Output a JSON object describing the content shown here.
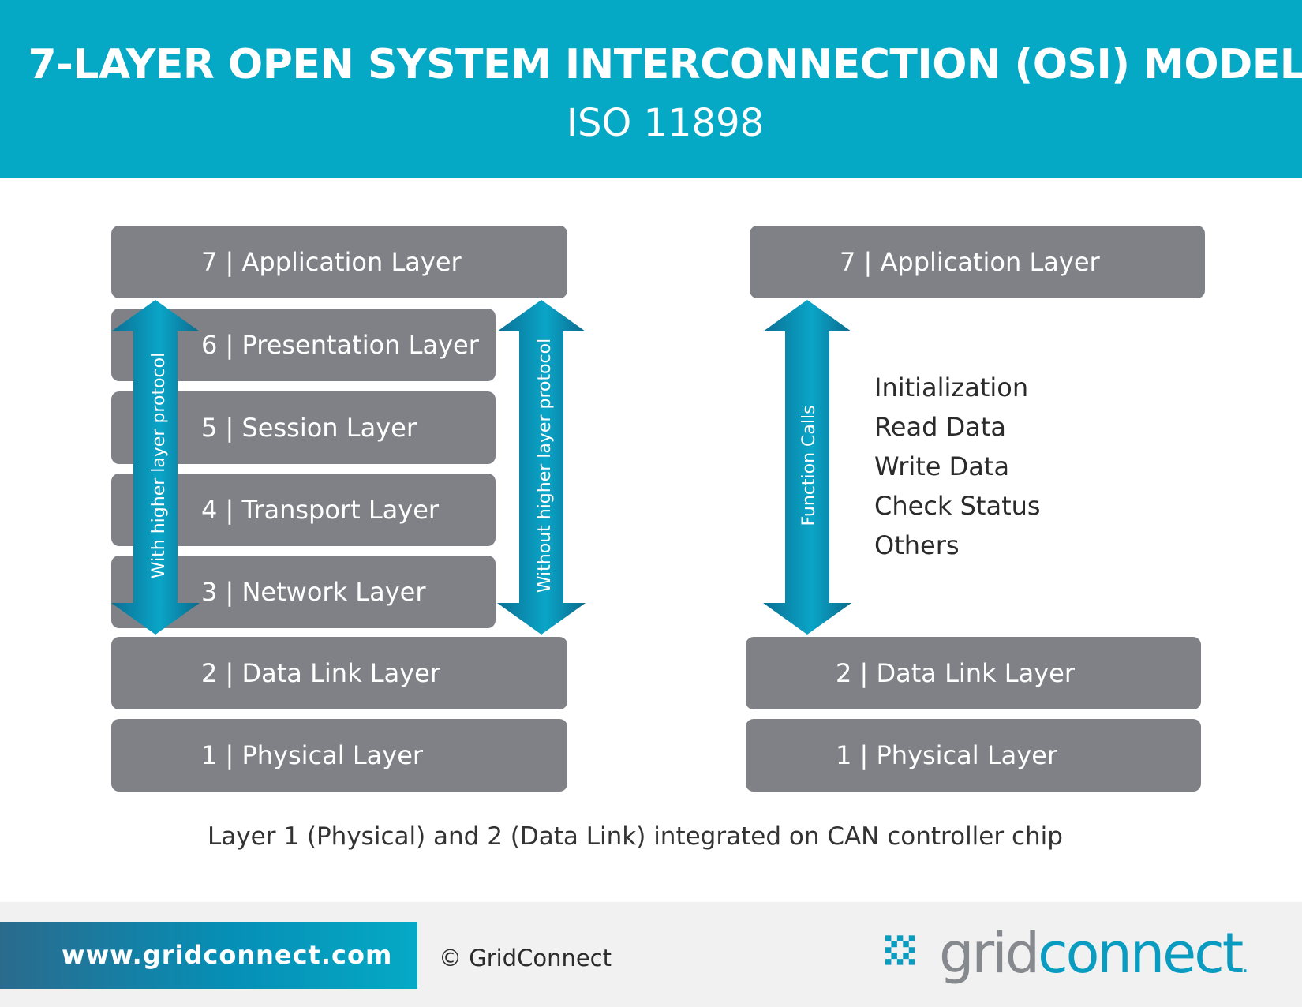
{
  "header": {
    "title": "7-LAYER OPEN SYSTEM INTERCONNECTION (OSI) MODEL",
    "subtitle": "ISO 11898"
  },
  "left_stack": [
    {
      "label": "7 |  Application Layer"
    },
    {
      "label": "6 |  Presentation Layer"
    },
    {
      "label": "5 |  Session Layer"
    },
    {
      "label": "4 |  Transport Layer"
    },
    {
      "label": "3 |  Network Layer"
    },
    {
      "label": "2 |  Data Link Layer"
    },
    {
      "label": "1 |  Physical Layer"
    }
  ],
  "right_stack": [
    {
      "label": "7 |  Application Layer"
    },
    {
      "label": "2 |  Data Link Layer"
    },
    {
      "label": "1 |  Physical Layer"
    }
  ],
  "arrows": {
    "with_higher": "With higher layer protocol",
    "without_higher": "Without higher layer protocol",
    "function_calls": "Function Calls"
  },
  "function_list": [
    "Initialization",
    "Read Data",
    "Write Data",
    "Check Status",
    "Others"
  ],
  "footnote": "Layer 1 (Physical) and 2 (Data Link) integrated on CAN controller chip",
  "footer": {
    "url": "www.gridconnect.com",
    "copyright": "© GridConnect",
    "logo_part1": "grid",
    "logo_part2": "connect",
    "logo_dot": "."
  },
  "colors": {
    "header_bg": "#05a9c6",
    "layer_box": "#7f8187",
    "arrow": "#0a8db0",
    "logo_gray": "#86898e",
    "logo_blue": "#0a9cc0"
  }
}
